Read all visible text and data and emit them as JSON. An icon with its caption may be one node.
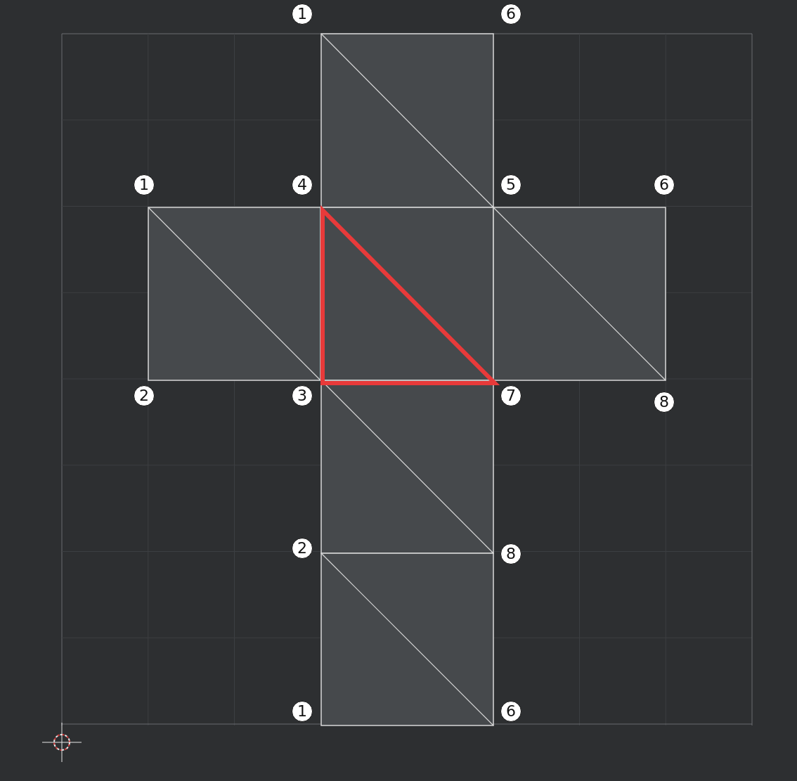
{
  "diagram": {
    "labels": [
      "1",
      "6",
      "1",
      "4",
      "5",
      "6",
      "2",
      "3",
      "7",
      "8",
      "2",
      "8",
      "1",
      "6"
    ]
  }
}
